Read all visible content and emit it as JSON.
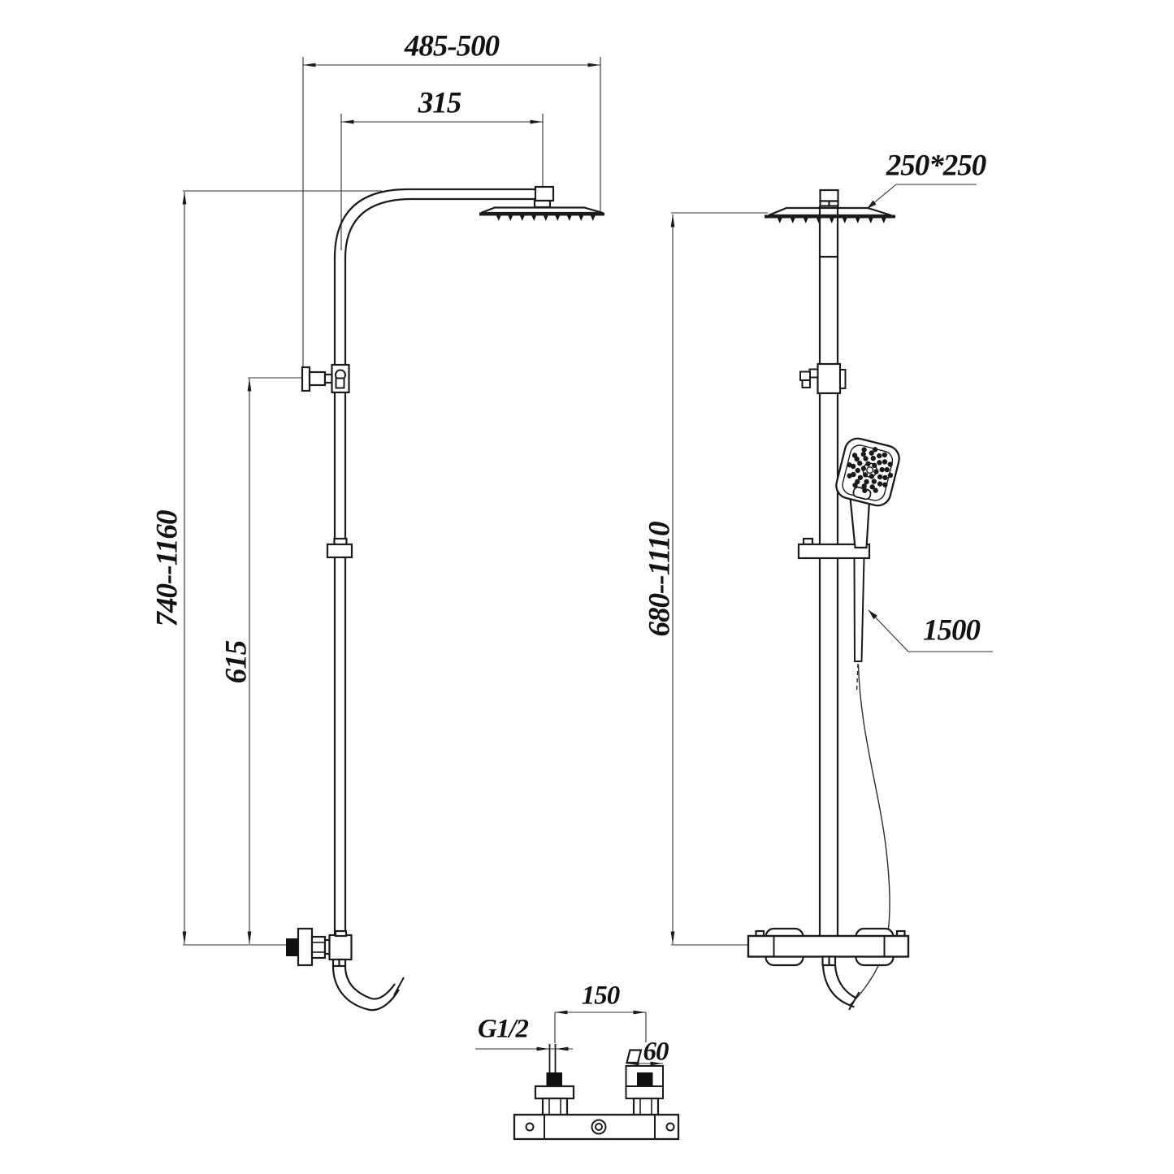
{
  "page": {
    "background": "#ffffff",
    "line_color": "#1b1b1b",
    "dim_line_color": "#2f2f2f"
  },
  "dimensions": {
    "overall_width": "485-500",
    "arm_projection": "315",
    "column_height_side": "740--1160",
    "bracket_height": "615",
    "head_size": "250*250",
    "column_height_front": "680--1110",
    "hose_length": "1500",
    "inlet_spacing": "150",
    "inlet_thread": "G1/2",
    "valve_body_width": "60"
  },
  "symbols": {
    "square_section": "square"
  }
}
